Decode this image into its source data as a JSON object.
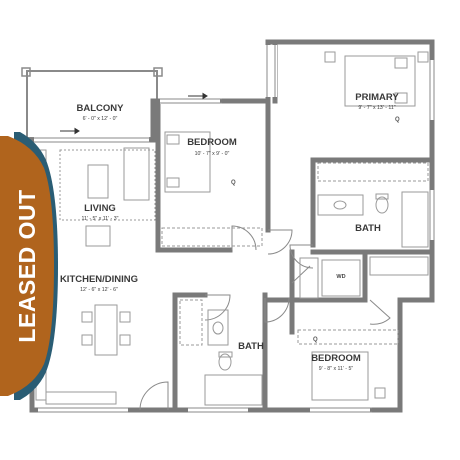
{
  "rooms": {
    "balcony": {
      "name": "BALCONY",
      "dims": "6' - 0\" x 12' - 0\""
    },
    "bedroom1": {
      "name": "BEDROOM",
      "dims": "10' - 7\" x 9' - 0\""
    },
    "primary": {
      "name": "PRIMARY",
      "dims": "9' - 7\" x 13' - 11\""
    },
    "living": {
      "name": "LIVING",
      "dims": "11' - 5\" x 11' - 3\""
    },
    "kitchen": {
      "name": "KITCHEN/DINING",
      "dims": "12' - 6\" x 12' - 6\""
    },
    "bath1": {
      "name": "BATH"
    },
    "bath2": {
      "name": "BATH"
    },
    "bedroom2": {
      "name": "BEDROOM",
      "dims": "9' - 8\" x 11' - 5\""
    }
  },
  "closet_marker": "Q",
  "laundry_label": "WD",
  "badge": {
    "text": "LEASED OUT",
    "color": "#b0641d",
    "accent": "#2a5d74"
  },
  "colors": {
    "wall": "#7a7a7a",
    "fixture": "#9a9a9a"
  }
}
